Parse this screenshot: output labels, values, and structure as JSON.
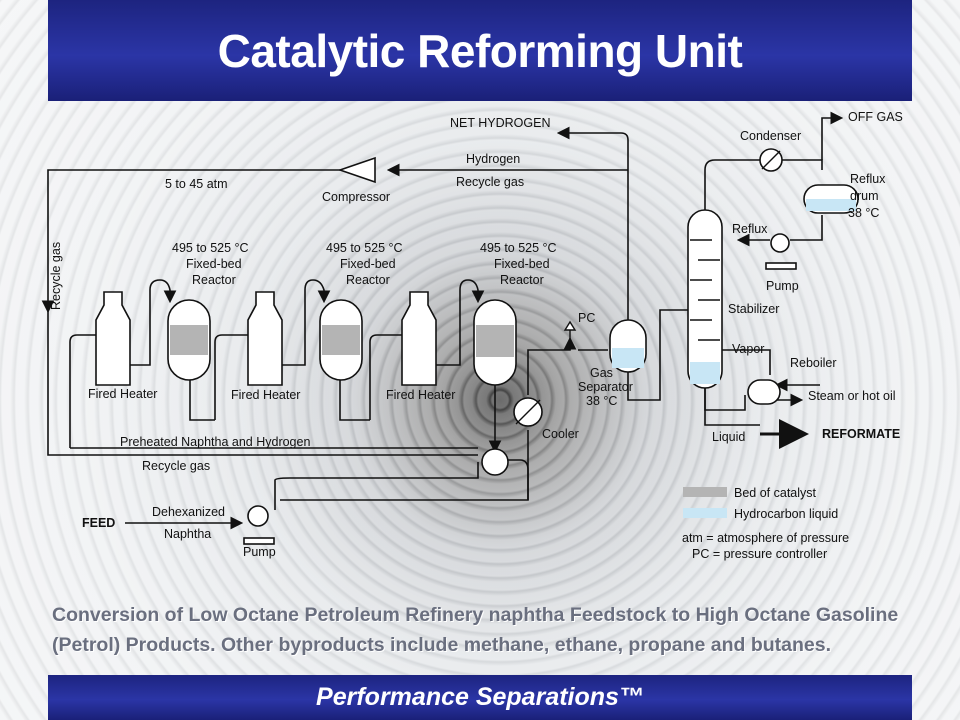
{
  "slide": {
    "title": "Catalytic Reforming Unit",
    "footer": "Performance Separations™",
    "caption_line1": "Conversion of Low Octane Petroleum Refinery naphtha Feedstock to High Octane Gasoline",
    "caption_line2": "(Petrol) Products.  Other byproducts include methane, ethane, propane and butanes."
  },
  "diagram": {
    "net_hydrogen": "NET HYDROGEN",
    "off_gas": "OFF GAS",
    "condenser": "Condenser",
    "hydrogen_recycle_1": "Hydrogen",
    "hydrogen_recycle_2": "Recycle gas",
    "pressure": "5 to 45 atm",
    "compressor": "Compressor",
    "reflux_drum_1": "Reflux",
    "reflux_drum_2": "drum",
    "reflux_drum_3": "38 °C",
    "reflux": "Reflux",
    "pump": "Pump",
    "recycle_gas_vertical": "Recycle gas",
    "reactor_temp": "495 to 525 °C",
    "reactor_type": "Fixed-bed",
    "reactor": "Reactor",
    "stabilizer": "Stabilizer",
    "pc": "PC",
    "vapor": "Vapor",
    "reboiler": "Reboiler",
    "steam": "Steam or hot oil",
    "fired_heater": "Fired Heater",
    "gas_separator_1": "Gas",
    "gas_separator_2": "Separator",
    "gas_separator_3": "38 °C",
    "cooler": "Cooler",
    "liquid": "Liquid",
    "reformate": "REFORMATE",
    "preheated": "Preheated Naphtha and Hydrogen",
    "recycle_gas": "Recycle gas",
    "feed": "FEED",
    "dehexanized_1": "Dehexanized",
    "dehexanized_2": "Naphtha",
    "legend_catalyst": "Bed of catalyst",
    "legend_liquid": "Hydrocarbon liquid",
    "legend_atm": "atm = atmosphere of pressure",
    "legend_pc": "PC = pressure controller"
  },
  "colors": {
    "bar": "#232c96",
    "catalyst": "#b4b4b4",
    "hydrocarbon_liquid": "#c8e6f5",
    "caption": "#6a6f7f"
  }
}
